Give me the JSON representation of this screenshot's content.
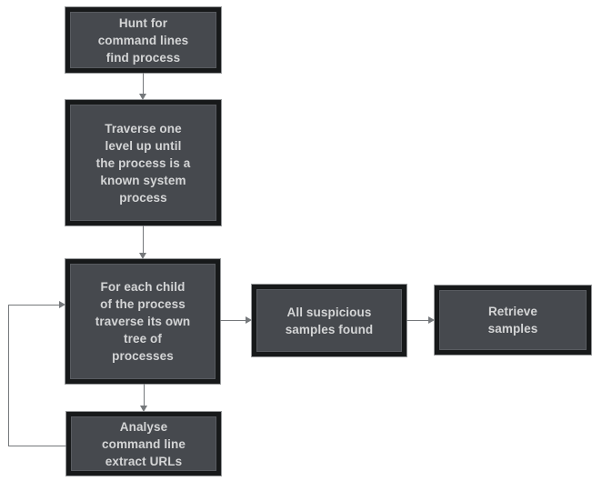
{
  "diagram": {
    "type": "flowchart",
    "background": "#ffffff",
    "colors": {
      "node_fill": "#46494e",
      "node_border": "#17191a",
      "node_outer_outline": "#97999b",
      "node_text": "#d4d5d6",
      "connector": "#75787b"
    },
    "nodes": {
      "hunt": {
        "label": "Hunt for\ncommand lines\nfind process"
      },
      "traverse_up": {
        "label": "Traverse one\nlevel up until\nthe process is a\nknown system\nprocess"
      },
      "traverse_children": {
        "label": "For each child\nof the process\ntraverse its own\ntree of\nprocesses"
      },
      "samples_found": {
        "label": "All suspicious\nsamples found"
      },
      "retrieve": {
        "label": "Retrieve\nsamples"
      },
      "analyse": {
        "label": "Analyse\ncommand line\nextract URLs"
      }
    },
    "edges": [
      {
        "from": "hunt",
        "to": "traverse_up",
        "direction": "down"
      },
      {
        "from": "traverse_up",
        "to": "traverse_children",
        "direction": "down"
      },
      {
        "from": "traverse_children",
        "to": "samples_found",
        "direction": "right"
      },
      {
        "from": "samples_found",
        "to": "retrieve",
        "direction": "right"
      },
      {
        "from": "traverse_children",
        "to": "analyse",
        "direction": "down"
      },
      {
        "from": "analyse",
        "to": "traverse_children",
        "direction": "loop-back-left"
      }
    ]
  }
}
